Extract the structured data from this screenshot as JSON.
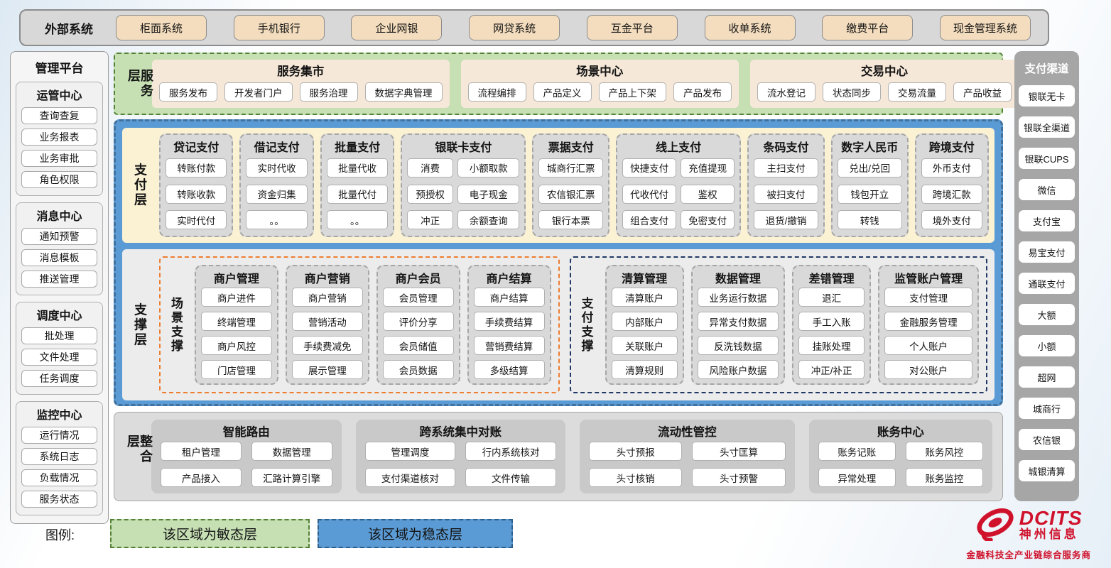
{
  "external_systems": {
    "label": "外部系统",
    "items": [
      "柜面系统",
      "手机银行",
      "企业网银",
      "网贷系统",
      "互金平台",
      "收单系统",
      "缴费平台",
      "现金管理系统"
    ]
  },
  "management_platform": {
    "title": "管理平台",
    "sections": [
      {
        "title": "运管中心",
        "items": [
          "查询查复",
          "业务报表",
          "业务审批",
          "角色权限"
        ]
      },
      {
        "title": "消息中心",
        "items": [
          "通知预警",
          "消息模板",
          "推送管理"
        ]
      },
      {
        "title": "调度中心",
        "items": [
          "批处理",
          "文件处理",
          "任务调度"
        ]
      },
      {
        "title": "监控中心",
        "items": [
          "运行情况",
          "系统日志",
          "负载情况",
          "服务状态"
        ]
      }
    ]
  },
  "service_layer": {
    "label": "服务层",
    "groups": [
      {
        "title": "服务集市",
        "items": [
          "服务发布",
          "开发者门户",
          "服务治理",
          "数据字典管理"
        ]
      },
      {
        "title": "场景中心",
        "items": [
          "流程编排",
          "产品定义",
          "产品上下架",
          "产品发布"
        ]
      },
      {
        "title": "交易中心",
        "items": [
          "流水登记",
          "状态同步",
          "交易流量",
          "产品收益"
        ]
      }
    ]
  },
  "payment_layer": {
    "label": "支付层",
    "columns": [
      {
        "title": "贷记支付",
        "items": [
          "转账付款",
          "转账收款",
          "实时代付"
        ]
      },
      {
        "title": "借记支付",
        "items": [
          "实时代收",
          "资金归集",
          "。。"
        ]
      },
      {
        "title": "批量支付",
        "items": [
          "批量代收",
          "批量代付",
          "。。"
        ]
      },
      {
        "title": "银联卡支付",
        "items": [
          "消费",
          "小额取款",
          "预授权",
          "电子现金",
          "冲正",
          "余额查询"
        ]
      },
      {
        "title": "票据支付",
        "items": [
          "城商行汇票",
          "农信银汇票",
          "银行本票"
        ]
      },
      {
        "title": "线上支付",
        "items": [
          "快捷支付",
          "充值提现",
          "代收代付",
          "鉴权",
          "组合支付",
          "免密支付"
        ]
      },
      {
        "title": "条码支付",
        "items": [
          "主扫支付",
          "被扫支付",
          "退货/撤销"
        ]
      },
      {
        "title": "数字人民币",
        "items": [
          "兑出/兑回",
          "钱包开立",
          "转钱"
        ]
      },
      {
        "title": "跨境支付",
        "items": [
          "外币支付",
          "跨境汇款",
          "境外支付"
        ]
      }
    ]
  },
  "support_layer": {
    "label": "支撑层",
    "groups": [
      {
        "label": "场景支撑",
        "columns": [
          {
            "title": "商户管理",
            "items": [
              "商户进件",
              "终端管理",
              "商户风控",
              "门店管理"
            ]
          },
          {
            "title": "商户营销",
            "items": [
              "商户营销",
              "营销活动",
              "手续费减免",
              "展示管理"
            ]
          },
          {
            "title": "商户会员",
            "items": [
              "会员管理",
              "评价分享",
              "会员储值",
              "会员数据"
            ]
          },
          {
            "title": "商户结算",
            "items": [
              "商户结算",
              "手续费结算",
              "营销费结算",
              "多级结算"
            ]
          }
        ]
      },
      {
        "label": "支付支撑",
        "columns": [
          {
            "title": "清算管理",
            "items": [
              "清算账户",
              "内部账户",
              "关联账户",
              "清算规则"
            ]
          },
          {
            "title": "数据管理",
            "items": [
              "业务运行数据",
              "异常支付数据",
              "反洗钱数据",
              "风险账户数据"
            ]
          },
          {
            "title": "差错管理",
            "items": [
              "退汇",
              "手工入账",
              "挂账处理",
              "冲正/补正"
            ]
          },
          {
            "title": "监管账户管理",
            "items": [
              "支付管理",
              "金融服务管理",
              "个人账户",
              "对公账户"
            ]
          }
        ]
      }
    ]
  },
  "integration_layer": {
    "label": "整合层",
    "groups": [
      {
        "title": "智能路由",
        "items": [
          "租户管理",
          "数据管理",
          "产品接入",
          "汇路计算引擎"
        ]
      },
      {
        "title": "跨系统集中对账",
        "items": [
          "管理调度",
          "行内系统核对",
          "支付渠道核对",
          "文件传输"
        ]
      },
      {
        "title": "流动性管控",
        "items": [
          "头寸预报",
          "头寸匡算",
          "头寸核销",
          "头寸预警"
        ]
      },
      {
        "title": "账务中心",
        "items": [
          "账务记账",
          "账务风控",
          "异常处理",
          "账务监控"
        ]
      }
    ]
  },
  "payment_channels": {
    "title": "支付渠道",
    "items": [
      "银联无卡",
      "银联全渠道",
      "银联CUPS",
      "微信",
      "支付宝",
      "易宝支付",
      "通联支付",
      "大额",
      "小额",
      "超网",
      "城商行",
      "农信银",
      "城银清算"
    ]
  },
  "legend": {
    "label": "图例:",
    "agile": "该区域为敏态层",
    "stable": "该区域为稳态层"
  },
  "logo": {
    "brand": "DCITS",
    "company": "神州信息",
    "tagline": "金融科技全产业链综合服务商"
  },
  "colors": {
    "agile_green": "#c6e0b4",
    "stable_blue": "#5b9bd5",
    "scene_orange": "#ed7d31",
    "pay_navy": "#203864",
    "brand_red": "#d0112b"
  }
}
